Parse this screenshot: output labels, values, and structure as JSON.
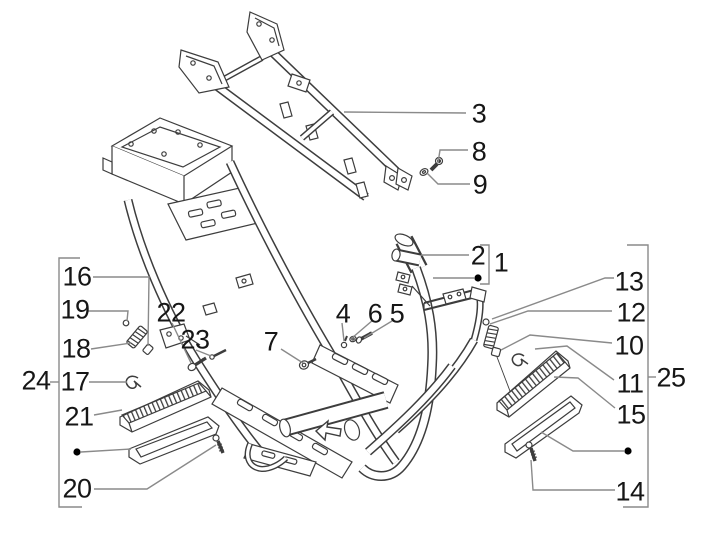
{
  "diagram": {
    "type": "exploded-parts-diagram",
    "subject": "scooter chassis frame with footrests and fasteners",
    "colors": {
      "background": "#ffffff",
      "artwork_line": "#3d3d3d",
      "leader_line": "#8a8a8a",
      "label_text": "#161616",
      "marker_dot": "#000000"
    },
    "callouts": {
      "c1": "1",
      "c2": "2",
      "c3": "3",
      "c4": "4",
      "c5": "5",
      "c6": "6",
      "c7": "7",
      "c8": "8",
      "c9": "9",
      "c10": "10",
      "c11": "11",
      "c12": "12",
      "c13": "13",
      "c14": "14",
      "c15": "15",
      "c16": "16",
      "c17": "17",
      "c18": "18",
      "c19": "19",
      "c20": "20",
      "c21": "21",
      "c22": "22",
      "c23": "23",
      "c24": "24",
      "c25": "25"
    }
  }
}
